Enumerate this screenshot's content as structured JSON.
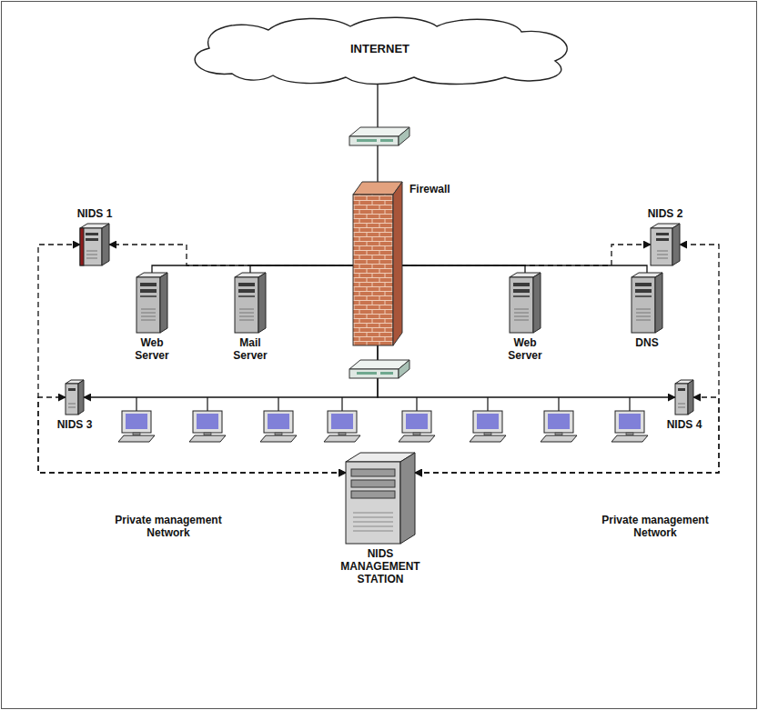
{
  "diagram": {
    "nodes": [
      {
        "text": [
          "INTERNET"
        ]
      },
      {
        "text": [
          "NIDS 1"
        ]
      },
      {
        "text": [
          "Firewall"
        ]
      },
      {
        "text": [
          "NIDS 2"
        ]
      },
      {
        "text": [
          "Web Server"
        ]
      },
      {
        "text": [
          "Mail Server"
        ]
      },
      {
        "text": [
          "Web Server"
        ]
      },
      {
        "text": [
          "DNS"
        ]
      },
      {
        "text": [
          "NIDS 3"
        ]
      },
      {
        "text": [
          "NIDS 4"
        ]
      },
      {
        "text": [
          "NIDS MANAGEMENT STATION"
        ]
      }
    ],
    "edges": [
      {
        "from": 0,
        "to": 2,
        "arrow": "none"
      },
      {
        "from": 2,
        "to": 4,
        "arrow": "none"
      },
      {
        "from": 2,
        "to": 5,
        "arrow": "none"
      },
      {
        "from": 2,
        "to": 6,
        "arrow": "none"
      },
      {
        "from": 2,
        "to": 7,
        "arrow": "none"
      },
      {
        "from": 2,
        "to": 1,
        "arrow": "to"
      },
      {
        "from": 2,
        "to": 3,
        "arrow": "to"
      },
      {
        "from": 2,
        "to": 8,
        "arrow": "to"
      },
      {
        "from": 2,
        "to": 9,
        "arrow": "to"
      },
      {
        "from": 10,
        "to": 1,
        "arrow": "both"
      },
      {
        "from": 10,
        "to": 8,
        "arrow": "both"
      },
      {
        "from": 10,
        "to": 3,
        "arrow": "both"
      },
      {
        "from": 10,
        "to": 9,
        "arrow": "both"
      }
    ],
    "labels": [
      "Private management Network",
      "Private management Network"
    ]
  }
}
